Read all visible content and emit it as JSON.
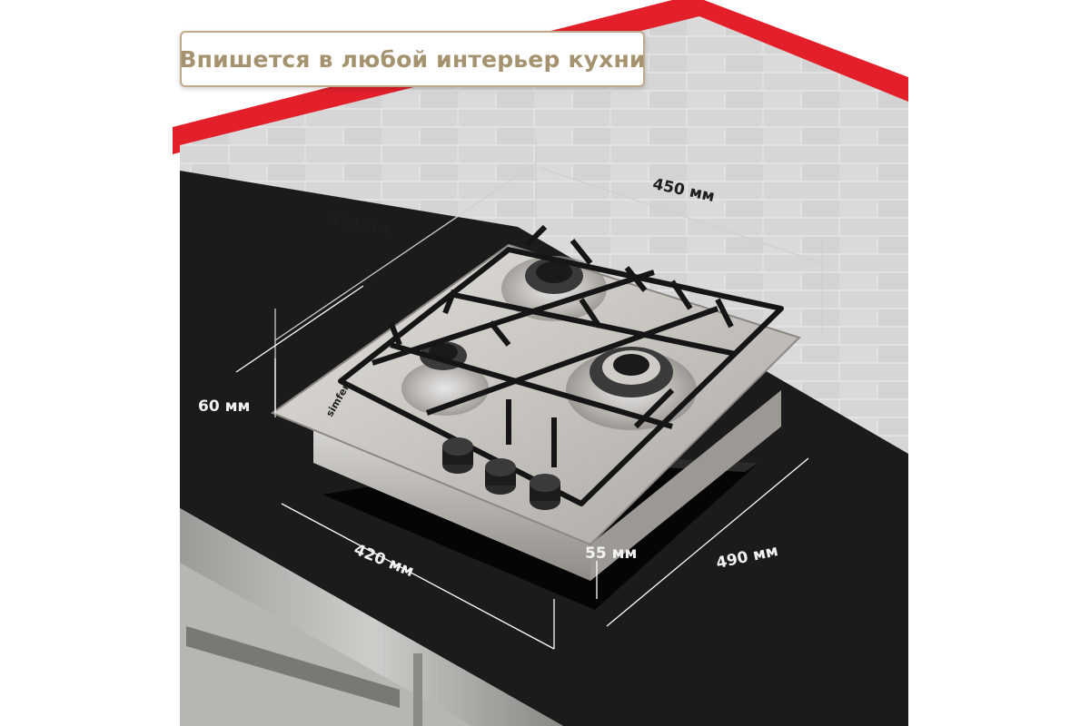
{
  "banner": {
    "text": "Впишется в любой интерьер кухни"
  },
  "dimensions": {
    "depth": "510 мм",
    "width": "450 мм",
    "height": "60 мм",
    "cutout_width": "420 мм",
    "cutout_depth": "490 мм",
    "cutout_height": "55 мм"
  },
  "product": {
    "brand_label": "simfer",
    "burner_count": 3,
    "knob_count": 3
  },
  "colors": {
    "accent_red": "#e3202a",
    "banner_border": "#bfa98b",
    "banner_text": "#a5926e",
    "countertop": "#1b1b1b",
    "brick_wall": "#dcdcdc",
    "hob_steel": "#c9c6c1",
    "grate": "#1a1a1a"
  }
}
